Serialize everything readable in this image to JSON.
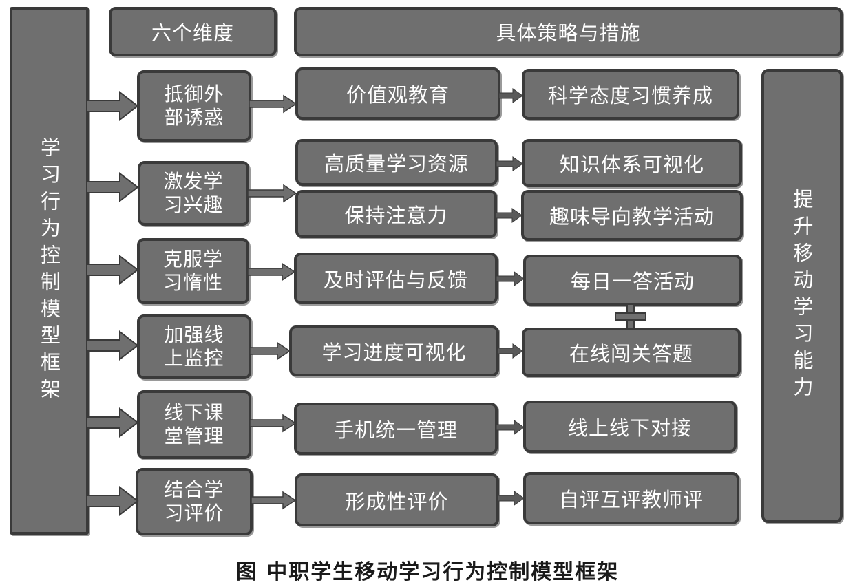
{
  "header": {
    "dimensions_title": "六个维度",
    "strategies_title": "具体策略与措施"
  },
  "framework_label": "学习行为控制模型框架",
  "goal_label": "提升移动学习能力",
  "dimensions": [
    {
      "label": "抵御外部诱惑",
      "lines": [
        "抵御外",
        "部诱惑"
      ]
    },
    {
      "label": "激发学习兴趣",
      "lines": [
        "激发学",
        "习兴趣"
      ]
    },
    {
      "label": "克服学习惰性",
      "lines": [
        "克服学",
        "习惰性"
      ]
    },
    {
      "label": "加强线上监控",
      "lines": [
        "加强线",
        "上监控"
      ]
    },
    {
      "label": "线下课堂管理",
      "lines": [
        "线下课",
        "堂管理"
      ]
    },
    {
      "label": "结合学习评价",
      "lines": [
        "结合学",
        "习评价"
      ]
    }
  ],
  "strategies": [
    {
      "left": "价值观教育",
      "right": "科学态度习惯养成"
    },
    {
      "left": "高质量学习资源",
      "right": "知识体系可视化"
    },
    {
      "left": "保持注意力",
      "right": "趣味导向教学活动"
    },
    {
      "left": "及时评估与反馈",
      "right": "每日一答活动"
    },
    {
      "left": "学习进度可视化",
      "right": "在线闯关答题"
    },
    {
      "left": "手机统一管理",
      "right": "线上线下对接"
    },
    {
      "left": "形成性评价",
      "right": "自评互评教师评"
    }
  ],
  "caption": "图 中职学生移动学习行为控制模型框架",
  "colors": {
    "box_fill": "#6f6f6f",
    "box_border": "#3a3a3a",
    "arrow": "#6f6f6f"
  }
}
